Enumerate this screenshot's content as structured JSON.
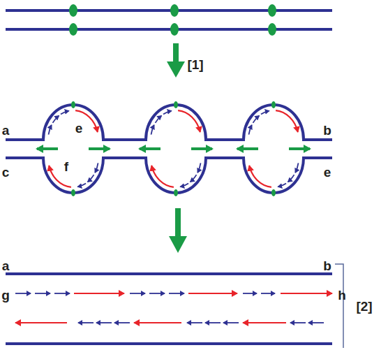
{
  "diagram": {
    "labels": [
      "[1]",
      "a",
      "e",
      "b",
      "f",
      "c",
      "e",
      "a",
      "b",
      "g",
      "h",
      "[2]"
    ]
  }
}
